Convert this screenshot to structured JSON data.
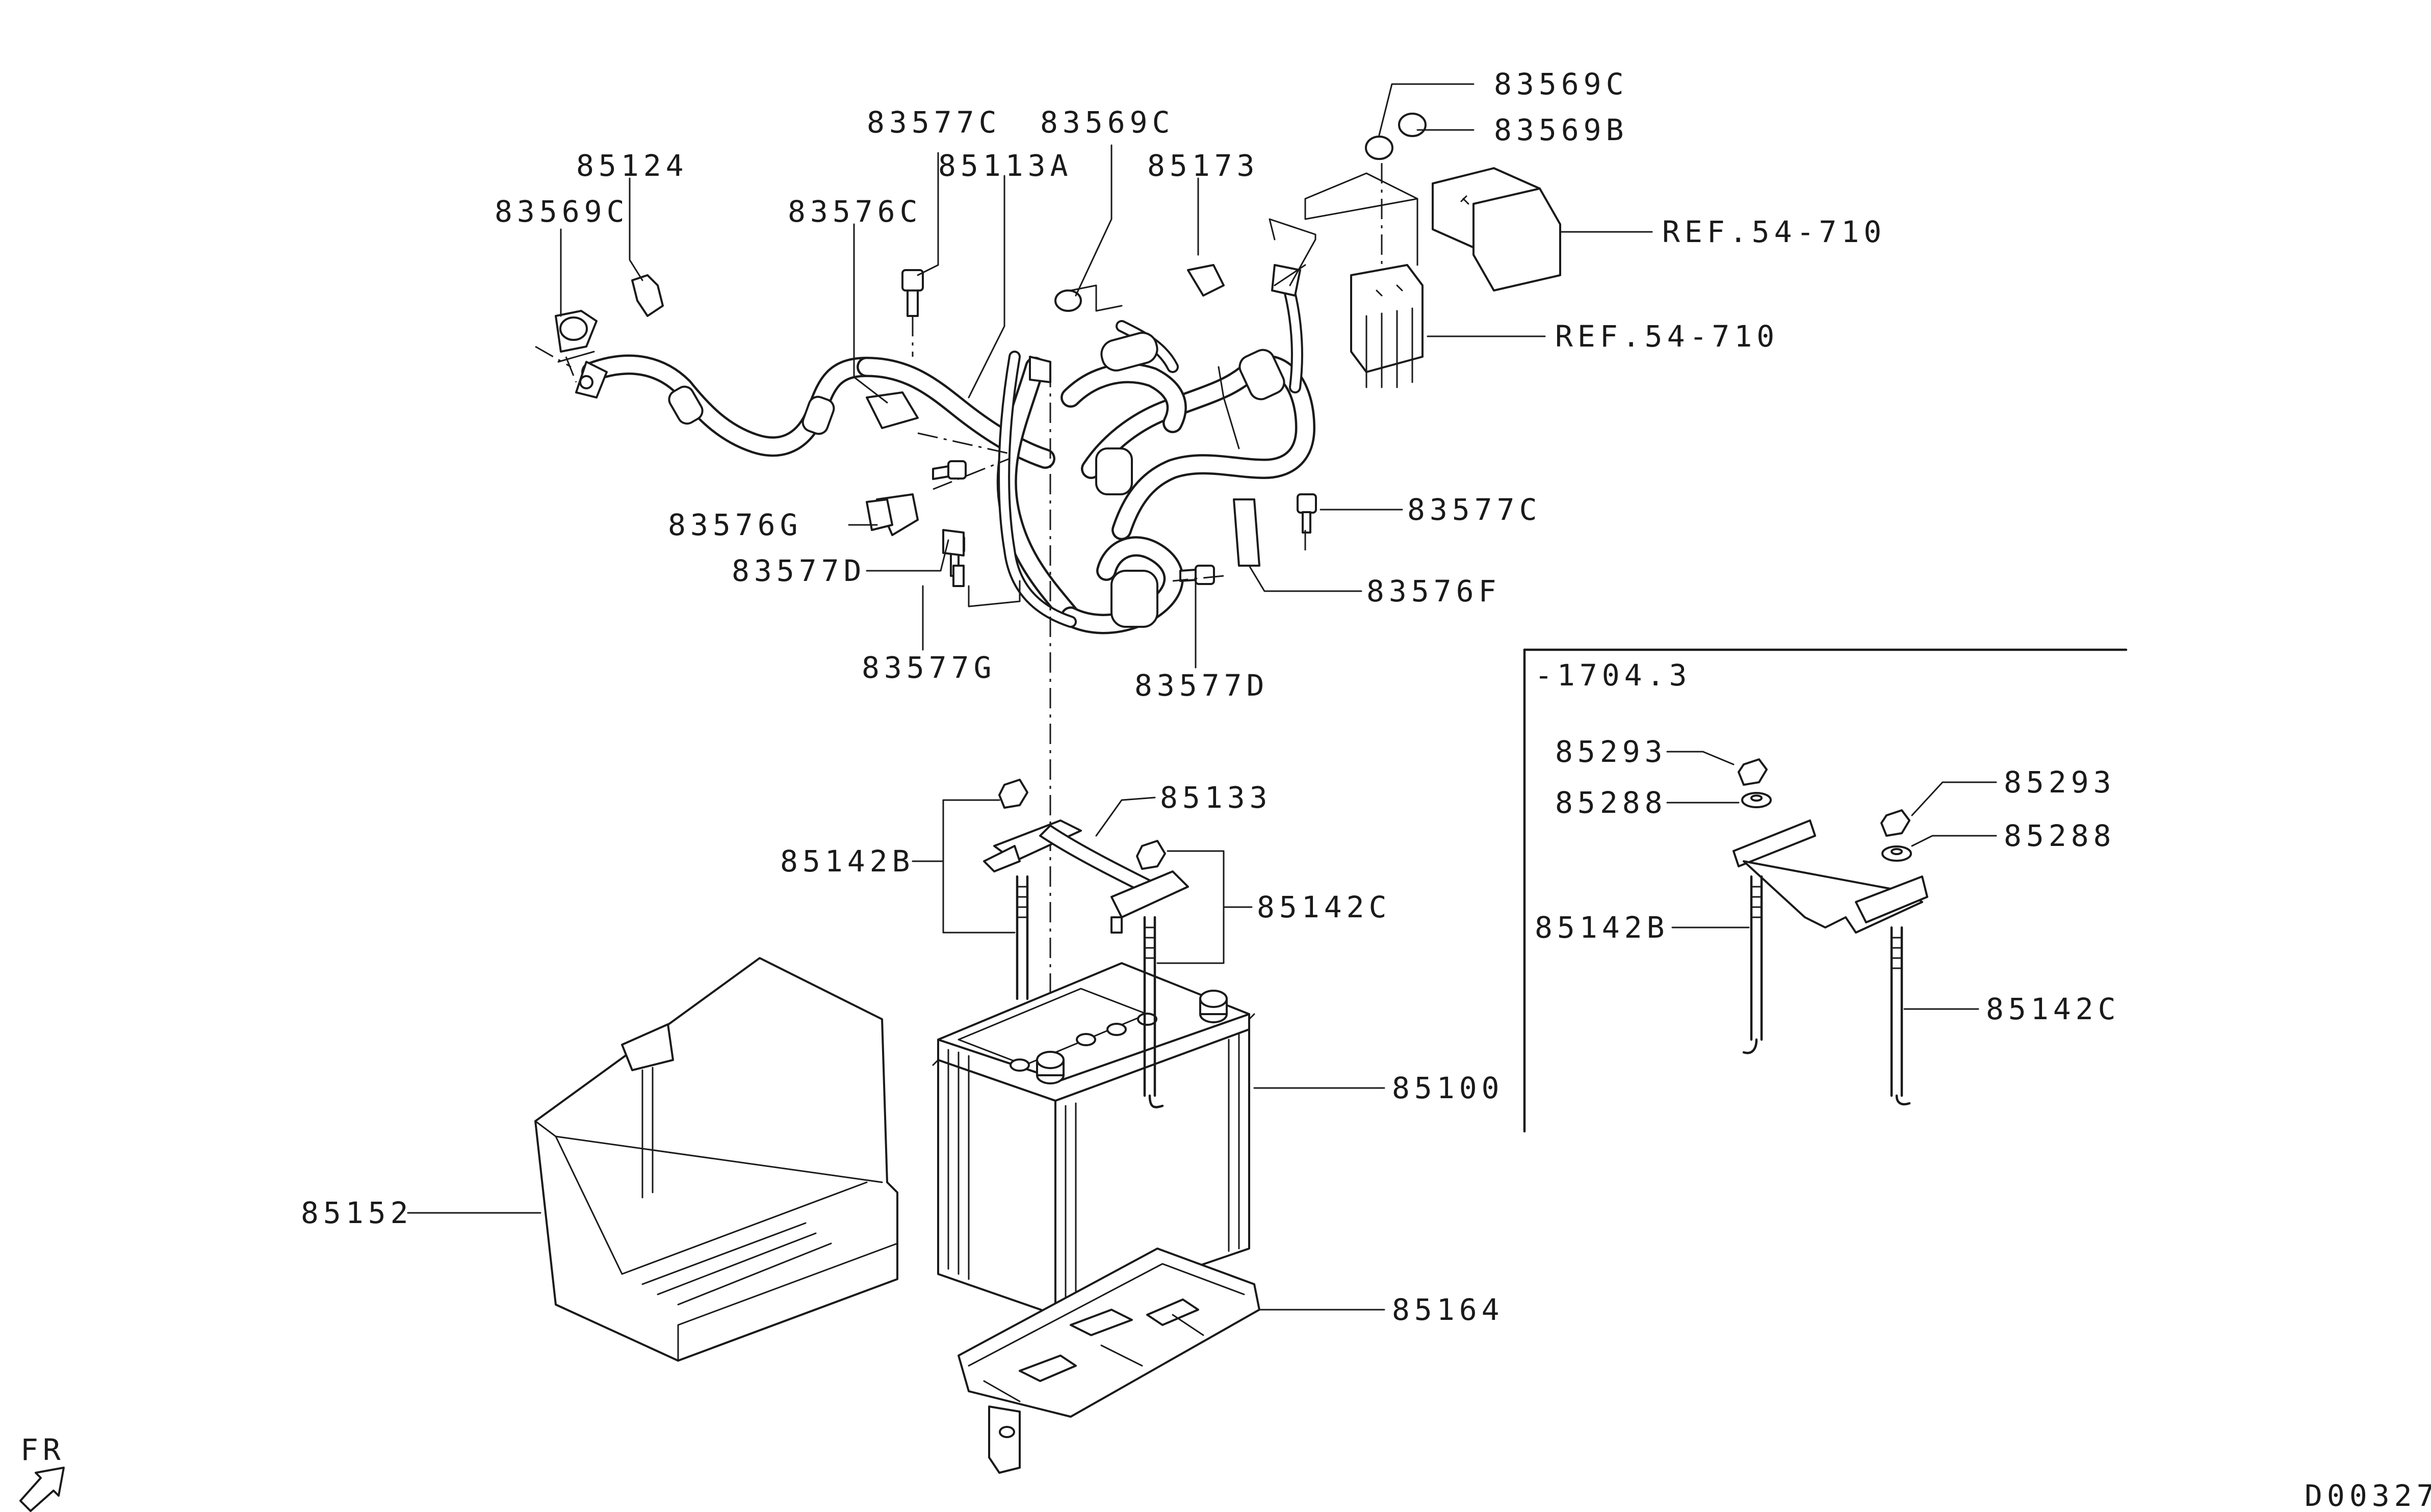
{
  "callouts": {
    "c83569C_top": "83569C",
    "c83569B": "83569B",
    "c83577C_top": "83577C",
    "c83569C_mid": "83569C",
    "c85124": "85124",
    "c85113A": "85113A",
    "c85173": "85173",
    "c83569C_left": "83569C",
    "c83576C": "83576C",
    "ref_upper": "REF.54-710",
    "ref_lower": "REF.54-710",
    "c83577C_right": "83577C",
    "c83576G": "83576G",
    "c83577D_left": "83577D",
    "c83576F": "83576F",
    "c83577G": "83577G",
    "c83577D_bottom": "83577D",
    "c85133": "85133",
    "c85142B": "85142B",
    "c85142C": "85142C",
    "c85100": "85100",
    "c85152": "85152",
    "c85164": "85164"
  },
  "inset": {
    "range": "-1704.3",
    "c85293_left": "85293",
    "c85288_left": "85288",
    "c85142B": "85142B",
    "c85293_right": "85293",
    "c85288_right": "85288",
    "c85142C": "85142C"
  },
  "direction_label": "FR",
  "drawing_code": "D00327"
}
